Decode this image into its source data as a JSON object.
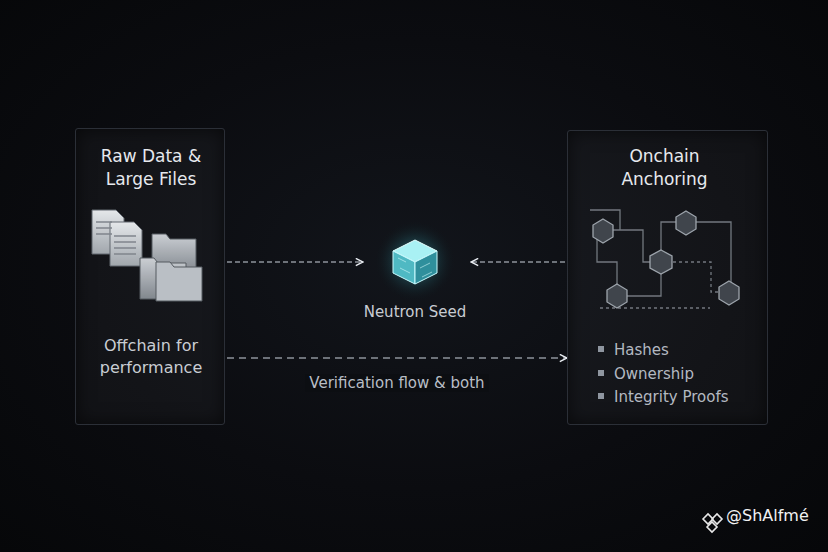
{
  "diagram": {
    "nodes": [
      {
        "text": [
          "Raw Data & Large Files",
          "Offchain for performance"
        ]
      },
      {
        "text": [
          "Neutron Seed"
        ]
      },
      {
        "text": [
          "Onchain Anchoring",
          "Hashes",
          "Ownership",
          "Integrity Proofs"
        ]
      }
    ],
    "edges": [
      {
        "from": 0,
        "to": 1,
        "arrow": "to"
      },
      {
        "from": 2,
        "to": 1,
        "arrow": "to"
      },
      {
        "from": 0,
        "to": 2,
        "label": "Verification flow & both",
        "arrow": "to"
      }
    ],
    "labels": [
      "@ShAlfmé"
    ]
  }
}
